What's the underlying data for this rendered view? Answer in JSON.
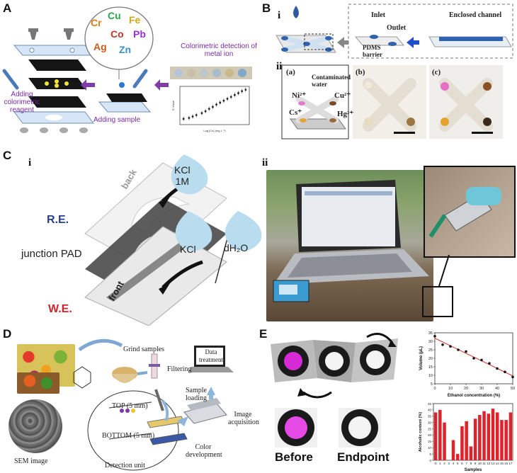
{
  "panels": {
    "A": {
      "letter": "A",
      "ions": [
        "Cr",
        "Cu",
        "Fe",
        "Co",
        "Pb",
        "Ag",
        "Zn"
      ],
      "ion_colors": [
        "#e07b1a",
        "#2aa84a",
        "#d4a51a",
        "#c0392b",
        "#9b30d0",
        "#d05a1a",
        "#3a8fd0"
      ],
      "label_reagent": "Adding colorimetric reagent",
      "label_sample": "Adding sample",
      "label_detection": "Colorimetric detection of metal ion",
      "plot_xlabel": "Log [Cu] (mg L⁻¹)",
      "plot_ylabel": "R Value"
    },
    "B": {
      "letter": "B",
      "sub_i": "i",
      "sub_ii": "ii",
      "inlet": "Inlet",
      "outlet": "Outlet",
      "pdms": "PDMS barrier",
      "channel": "Enclosed channel",
      "a": "(a)",
      "b": "(b)",
      "c": "(c)",
      "water": "Contaminated water",
      "ni": "Ni²⁺",
      "cu": "Cu²⁺",
      "cs": "Cs⁺",
      "hg": "Hg²⁺"
    },
    "C": {
      "letter": "C",
      "sub_i": "i",
      "sub_ii": "ii",
      "kcl1m_a": "KCl",
      "kcl1m_b": "1M",
      "kcl": "KCl",
      "dh2o": "dH₂O",
      "re": "R.E.",
      "junction": "junction PAD",
      "we": "W.E.",
      "back": "back",
      "front": "front"
    },
    "D": {
      "letter": "D",
      "grind": "Grind samples",
      "filtering": "Filtering",
      "sample_loading": "Sample loading",
      "data_treatment": "Data treatment",
      "image_acq": "Image acquisition",
      "color_dev": "Color development",
      "top": "TOP (5 mm)",
      "bottom": "BOTTOM (5 mm)",
      "sem": "SEM image",
      "detection_unit": "Detection unit"
    },
    "E": {
      "letter": "E",
      "before": "Before",
      "endpoint": "Endpoint"
    }
  },
  "chart_data": [
    {
      "type": "line",
      "panel": "A",
      "xlabel": "Log [Cu] (mg L⁻¹)",
      "ylabel": "R Value",
      "x": [
        -1.0,
        -0.7,
        -0.5,
        -0.3,
        0.0,
        0.2,
        0.4,
        0.6,
        0.8,
        1.0,
        1.2,
        1.4,
        1.6,
        1.8,
        2.0,
        2.2,
        2.4
      ],
      "y": [
        0.12,
        0.14,
        0.17,
        0.2,
        0.24,
        0.28,
        0.33,
        0.37,
        0.42,
        0.46,
        0.5,
        0.54,
        0.58,
        0.62,
        0.66,
        0.7,
        0.73
      ],
      "xlim": [
        -1.2,
        2.6
      ],
      "ylim": [
        0,
        0.8
      ]
    },
    {
      "type": "scatter",
      "panel": "E-top",
      "xlabel": "Ethanol concentration (%)",
      "ylabel": "Volume (µL)",
      "x": [
        0,
        5,
        10,
        15,
        20,
        25,
        30,
        35,
        40,
        45,
        50
      ],
      "y": [
        33,
        28,
        27,
        25,
        24,
        20,
        19,
        17,
        14,
        12,
        9
      ],
      "xlim": [
        0,
        50
      ],
      "ylim": [
        5,
        35
      ],
      "xticks": [
        0,
        10,
        20,
        30,
        40,
        50
      ],
      "yticks": [
        5,
        10,
        15,
        20,
        25,
        30,
        35
      ],
      "fit_color": "#d9342b"
    },
    {
      "type": "bar",
      "panel": "E-bottom",
      "xlabel": "Samples",
      "ylabel": "Alcoholic content (%)",
      "categories": [
        "G",
        "1",
        "2",
        "3",
        "4",
        "5",
        "6",
        "7",
        "8",
        "9",
        "10",
        "11",
        "12",
        "13",
        "14",
        "15",
        "16",
        "17"
      ],
      "values": [
        38,
        40,
        30,
        0,
        16,
        5,
        27,
        31,
        11,
        33,
        36,
        39,
        37,
        41,
        38,
        32,
        32,
        38
      ],
      "ylim": [
        0,
        45
      ],
      "yticks": [
        0,
        5,
        10,
        15,
        20,
        25,
        30,
        35,
        40,
        45
      ],
      "bar_color": "#e0222a"
    }
  ]
}
